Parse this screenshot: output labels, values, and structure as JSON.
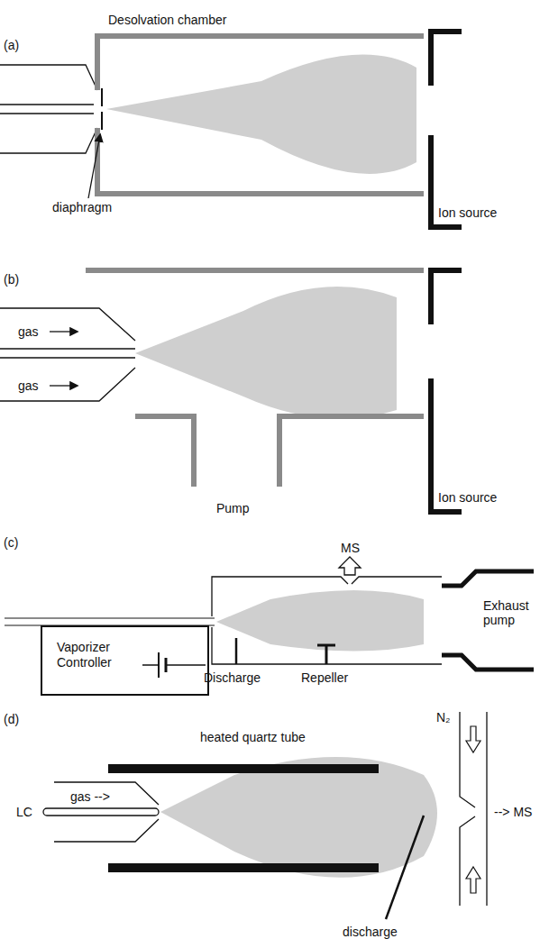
{
  "diagram": {
    "nodes": [
      {
        "text": [
          "Vaporizer Controller"
        ]
      }
    ],
    "labels": [
      "(a)",
      "Desolvation chamber",
      "diaphragm",
      "Ion source",
      "(b)",
      "gas",
      "gas",
      "Ion source",
      "Pump",
      "(c)",
      "MS",
      "Discharge",
      "Repeller",
      "Exhaust pump",
      "(d)",
      "heated quartz tube",
      "LC",
      "gas -->",
      "discharge",
      "N₂",
      "--> MS"
    ]
  }
}
